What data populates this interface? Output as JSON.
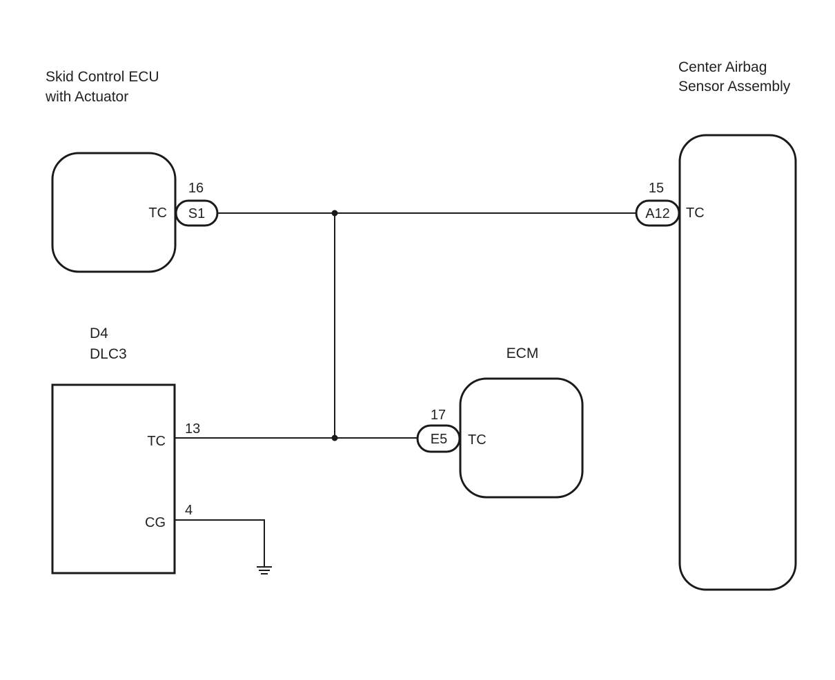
{
  "components": {
    "skid_ecu": {
      "name_line1": "Skid Control ECU",
      "name_line2": "with Actuator",
      "terminal": "TC",
      "connector": "S1",
      "pin": "16"
    },
    "airbag_sensor": {
      "name_line1": "Center Airbag",
      "name_line2": "Sensor Assembly",
      "terminal": "TC",
      "connector": "A12",
      "pin": "15"
    },
    "dlc3": {
      "code": "D4",
      "name": "DLC3",
      "terminal_tc": "TC",
      "pin_tc": "13",
      "terminal_cg": "CG",
      "pin_cg": "4"
    },
    "ecm": {
      "name": "ECM",
      "terminal": "TC",
      "connector": "E5",
      "pin": "17"
    }
  },
  "colors": {
    "line": "#1a1a1a",
    "background": "#ffffff"
  }
}
